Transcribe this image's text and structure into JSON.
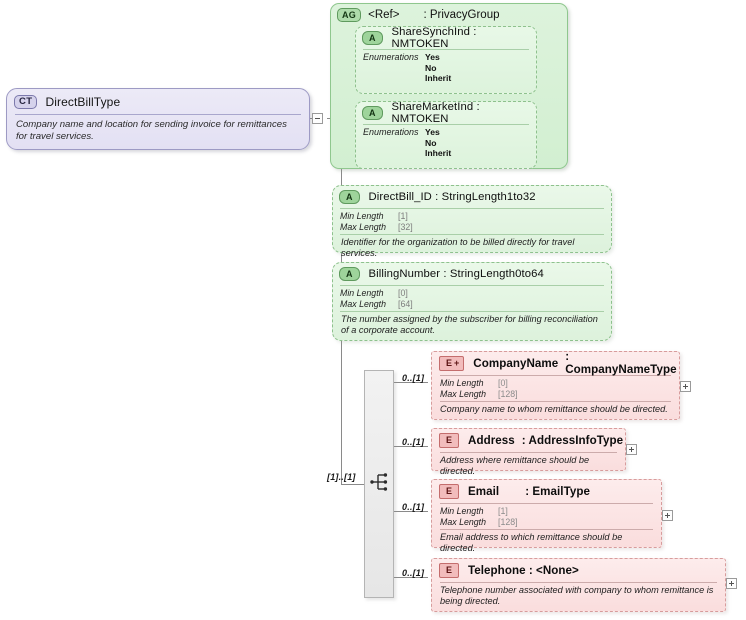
{
  "diagram": {
    "title": "DirectBillType XSD diagram",
    "colors": {
      "complex_type": "#e3e0f3",
      "attribute_group": "#d2efd1",
      "attribute": "#ddf2dc",
      "element": "#fadddd",
      "connector": "#8a8a8a"
    }
  },
  "root": {
    "badge": "CT",
    "name": "DirectBillType",
    "documentation": "Company name and location for sending invoice for remittances for travel services.",
    "toggle": "minus"
  },
  "attribute_group": {
    "badge": "AG",
    "ref": "<Ref>",
    "type": ": PrivacyGroup",
    "attributes": [
      {
        "badge": "A",
        "name": "ShareSynchInd : NMTOKEN",
        "facet_label": "Enumerations",
        "enumerations": [
          "Yes",
          "No",
          "Inherit"
        ]
      },
      {
        "badge": "A",
        "name": "ShareMarketInd : NMTOKEN",
        "facet_label": "Enumerations",
        "enumerations": [
          "Yes",
          "No",
          "Inherit"
        ]
      }
    ]
  },
  "attributes": [
    {
      "badge": "A",
      "name": "DirectBill_ID : StringLength1to32",
      "facets": [
        {
          "label": "Min Length",
          "value": "[1]"
        },
        {
          "label": "Max Length",
          "value": "[32]"
        }
      ],
      "documentation": "Identifier for the organization to be billed directly for travel services."
    },
    {
      "badge": "A",
      "name": "BillingNumber : StringLength0to64",
      "facets": [
        {
          "label": "Min Length",
          "value": "[0]"
        },
        {
          "label": "Max Length",
          "value": "[64]"
        }
      ],
      "documentation": "The number assigned by the subscriber for billing reconciliation of a corporate account."
    }
  ],
  "sequence": {
    "icon": "sequence-compositor-icon",
    "occurrence": "[1]..[1]"
  },
  "elements": [
    {
      "badge": "E",
      "substitutable": true,
      "substitution_glyph": "+",
      "name": "CompanyName",
      "type": ": CompanyNameType",
      "occurrence": "0..[1]",
      "facets": [
        {
          "label": "Min Length",
          "value": "[0]"
        },
        {
          "label": "Max Length",
          "value": "[128]"
        }
      ],
      "documentation": "Company name to whom remittance should be directed.",
      "toggle": "plus"
    },
    {
      "badge": "E",
      "substitutable": false,
      "name": "Address",
      "type": ": AddressInfoType",
      "occurrence": "0..[1]",
      "facets": [],
      "documentation": "Address where remittance should be directed.",
      "toggle": "plus"
    },
    {
      "badge": "E",
      "substitutable": false,
      "name": "Email",
      "type": ": EmailType",
      "occurrence": "0..[1]",
      "facets": [
        {
          "label": "Min Length",
          "value": "[1]"
        },
        {
          "label": "Max Length",
          "value": "[128]"
        }
      ],
      "documentation": "Email address to which remittance should be directed.",
      "toggle": "plus"
    },
    {
      "badge": "E",
      "substitutable": false,
      "name": "Telephone : <None>",
      "type": "",
      "occurrence": "0..[1]",
      "facets": [],
      "documentation": "Telephone number associated with company to whom remittance is being directed.",
      "toggle": "plus"
    }
  ]
}
